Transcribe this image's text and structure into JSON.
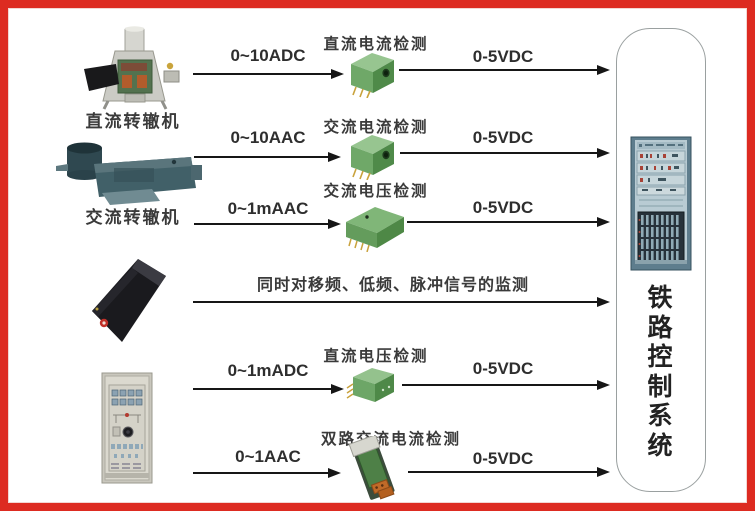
{
  "diagram": {
    "devices": {
      "dc_switch_machine_label": "直流转辙机",
      "ac_switch_machine_label": "交流转辙机"
    },
    "flows": [
      {
        "input": "0~10ADC",
        "module": "直流电流检测",
        "output": "0-5VDC"
      },
      {
        "input": "0~10AAC",
        "module": "交流电流检测",
        "output": "0-5VDC"
      },
      {
        "input": "0~1mAAC",
        "module": "交流电压检测",
        "output": "0-5VDC"
      },
      {
        "input": "同时对移频、低频、脉冲信号的监测",
        "module": "",
        "output": ""
      },
      {
        "input": "0~1mADC",
        "module": "直流电压检测",
        "output": "0-5VDC"
      },
      {
        "input": "0~1AAC",
        "module": "双路交流电流检测",
        "output": "0-5VDC"
      }
    ],
    "target_label": "铁路控制系统",
    "colors": {
      "frame_red": "#dd2b21",
      "module_green": "#6fa868",
      "line_black": "#161616"
    }
  }
}
